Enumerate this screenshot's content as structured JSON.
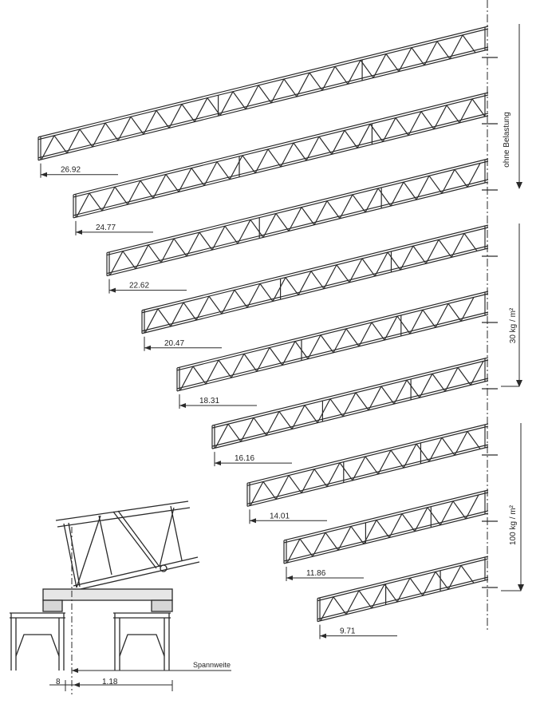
{
  "trusses": [
    {
      "span_label": "26.92"
    },
    {
      "span_label": "24.77"
    },
    {
      "span_label": "22.62"
    },
    {
      "span_label": "20.47"
    },
    {
      "span_label": "18.31"
    },
    {
      "span_label": "16.16"
    },
    {
      "span_label": "14.01"
    },
    {
      "span_label": "11.86"
    },
    {
      "span_label": "9.71"
    }
  ],
  "load_zones": [
    {
      "label": "ohne Belastung"
    },
    {
      "label": "30 kg / m²"
    },
    {
      "label": "100 kg / m²"
    }
  ],
  "detail": {
    "span_label": "Spannweite",
    "dim_small": "8",
    "dim_large": "1.18"
  },
  "colors": {
    "ink": "#2a2a2a",
    "paper": "#ffffff"
  }
}
